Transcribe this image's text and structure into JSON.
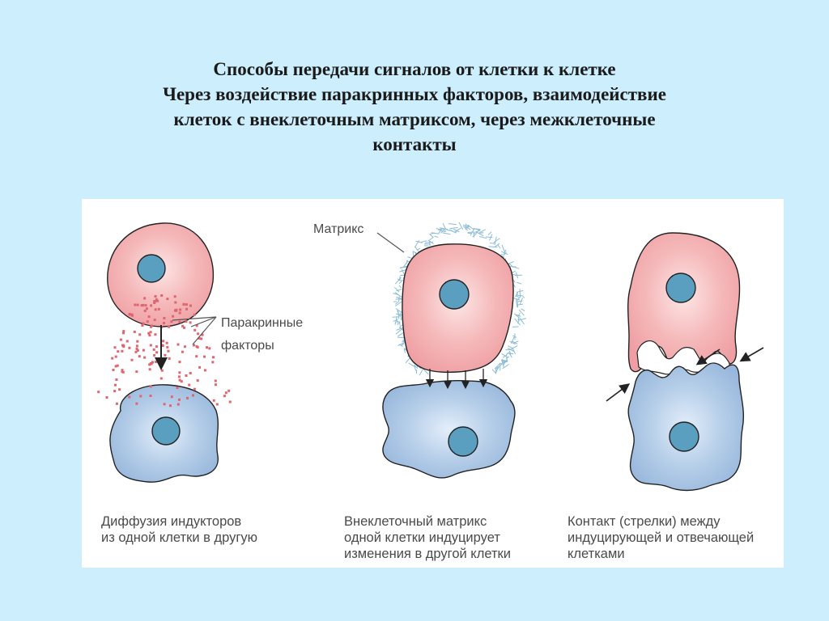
{
  "slide": {
    "title_line1": "Способы передачи сигналов от клетки к клетке",
    "title_line2": "Через воздействие паракринных факторов, взаимодействие",
    "title_line3": "клеток с внеклеточным матриксом, через межклеточные",
    "title_line4": "контакты"
  },
  "figure": {
    "label_matrix": "Матрикс",
    "label_paracrine_1": "Паракринные",
    "label_paracrine_2": "факторы",
    "caption1_line1": "Диффузия индукторов",
    "caption1_line2": "из одной клетки в другую",
    "caption2_line1": "Внеклеточный матрикс",
    "caption2_line2": "одной клетки индуцирует",
    "caption2_line3": "изменения в другой клетки",
    "caption3_line1": "Контакт (стрелки) между",
    "caption3_line2": "индуцирующей и отвечающей",
    "caption3_line3": "клетками"
  },
  "colors": {
    "background": "#cdeefc",
    "inducing_cell": "#f2aeb0",
    "responding_cell": "#a9c6e4",
    "nucleus": "#5a9fc0",
    "factor_dots": "#e0656e",
    "matrix_fibers": "#8bbcd6"
  }
}
